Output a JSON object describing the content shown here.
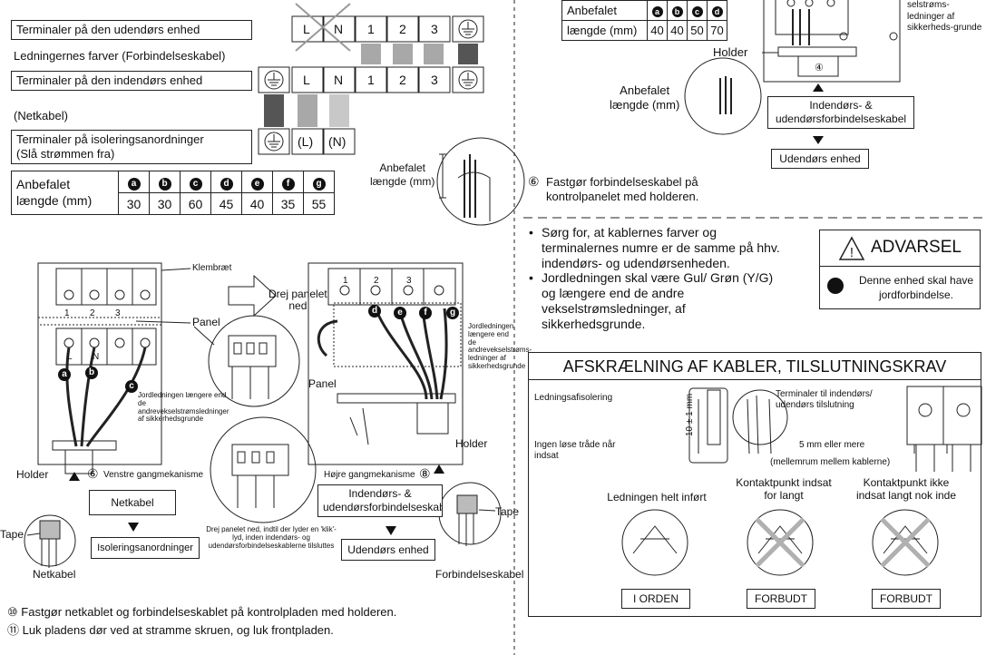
{
  "terminal_chart": {
    "outdoor_terminal_label": "Terminaler på den udendørs enhed",
    "wire_colors_label": "Ledningernes farver (Forbindelseskabel)",
    "indoor_terminal_label": "Terminaler på den indendørs enhed",
    "power_cable_label": "(Netkabel)",
    "isolation_terminal_label_1": "Terminaler på isoleringsanordninger",
    "isolation_terminal_label_2": "(Slå strømmen fra)",
    "outdoor_terminals": [
      "L",
      "N",
      "1",
      "2",
      "3"
    ],
    "indoor_terminals": [
      "L",
      "N",
      "1",
      "2",
      "3"
    ],
    "isolation_terminals": [
      "(L)",
      "(N)"
    ],
    "length_table": {
      "label_1": "Anbefalet",
      "label_2": "længde (mm)",
      "markers": [
        "a",
        "b",
        "c",
        "d",
        "e",
        "f",
        "g"
      ],
      "values": [
        "30",
        "30",
        "60",
        "45",
        "40",
        "35",
        "55"
      ]
    },
    "strip_label_1": "Anbefalet",
    "strip_label_2": "længde (mm)"
  },
  "left_diagram": {
    "klembraet": "Klembræt",
    "panel": "Panel",
    "turn_panel_1": "Drej panelet",
    "turn_panel_2": "ned",
    "terminal_numbers": [
      "1",
      "2",
      "3"
    ],
    "terminal_letters": [
      "L",
      "N"
    ],
    "marker_a": "a",
    "marker_b": "b",
    "marker_c": "c",
    "earth_note": "Jordledningen længere end de andrevekselstrømsledninger af sikkerhedsgrunde",
    "holder_label": "Holder",
    "circle6": "⑥",
    "left_route": "Venstre gangmekanisme",
    "netkabel_box": "Netkabel",
    "isolation_box": "Isoleringsanordninger",
    "tape": "Tape",
    "netkabel_caption": "Netkabel",
    "click_note": "Drej panelet ned, indtil der lyder en 'klik'-lyd, inden indendørs- og udendørsforbindelseskablerne tilsluttes"
  },
  "right_diagram": {
    "panel": "Panel",
    "terminal_numbers": [
      "1",
      "2",
      "3"
    ],
    "markers": [
      "d",
      "e",
      "f",
      "g"
    ],
    "earth_note": "Jordledningen længere end de andrevekselstrøms-ledninger af sikkerhedsgrunde",
    "holder_label": "Holder",
    "right_route": "Højre gangmekanisme",
    "circle8": "⑧",
    "connection_box_1": "Indendørs- &",
    "connection_box_2": "udendørsforbindelseskabel",
    "outdoor_box": "Udendørs enhed",
    "tape": "Tape",
    "caption": "Forbindelseskabel"
  },
  "bottom_steps": [
    {
      "num": "⑩",
      "text": "Fastgør netkablet og forbindelseskablet på kontrolpladen med holderen."
    },
    {
      "num": "⑪",
      "text": "Luk pladens dør ved at stramme skruen, og luk frontpladen."
    }
  ],
  "top_right": {
    "table_label_1": "Anbefalet",
    "table_label_2": "længde (mm)",
    "markers": [
      "a",
      "b",
      "c",
      "d"
    ],
    "values": [
      "40",
      "40",
      "50",
      "70"
    ],
    "side_note": "selstrøms-ledninger af sikkerheds-grunde",
    "holder_label": "Holder",
    "strip_label_1": "Anbefalet",
    "strip_label_2": "længde (mm)",
    "circle4": "④",
    "connection_box_1": "Indendørs- &",
    "connection_box_2": "udendørsforbindelseskabel",
    "outdoor_box": "Udendørs enhed",
    "step6_num": "⑥",
    "step6_line1": "Fastgør forbindelseskabel på",
    "step6_line2": "kontrolpanelet med holderen."
  },
  "notes": {
    "bullet1": "Sørg for, at kablernes farver og terminalernes numre er de samme på hhv. indendørs- og udendørsenheden.",
    "bullet2": "Jordledningen skal være Gul/ Grøn (Y/G) og længere end de andre vekselstrømsledninger, af sikkerhedsgrunde."
  },
  "warning": {
    "title": "ADVARSEL",
    "text": "Denne enhed skal have jordforbindelse."
  },
  "requirements": {
    "title": "AFSKRÆLNING AF KABLER, TILSLUTNINGSKRAV",
    "strip_label": "Ledningsafisolering",
    "strip_dim": "10 ± 1 mm",
    "no_loose": "Ingen løse tråde når indsat",
    "terminals_label": "Terminaler til indendørs/ udendørs tilslutning",
    "distance": "5 mm eller mere",
    "distance_note": "(mellemrum mellem kablerne)",
    "cases": [
      {
        "top": "Ledningen helt inført",
        "verdict": "I ORDEN"
      },
      {
        "top": "Kontaktpunkt indsat for langt",
        "verdict": "FORBUDT"
      },
      {
        "top": "Kontaktpunkt ikke indsat langt nok inde",
        "verdict": "FORBUDT"
      }
    ]
  },
  "colors": {
    "wire_gray": "#a8a8a8",
    "earth_dark": "#555555",
    "prohibited": "#b0b0b0"
  }
}
